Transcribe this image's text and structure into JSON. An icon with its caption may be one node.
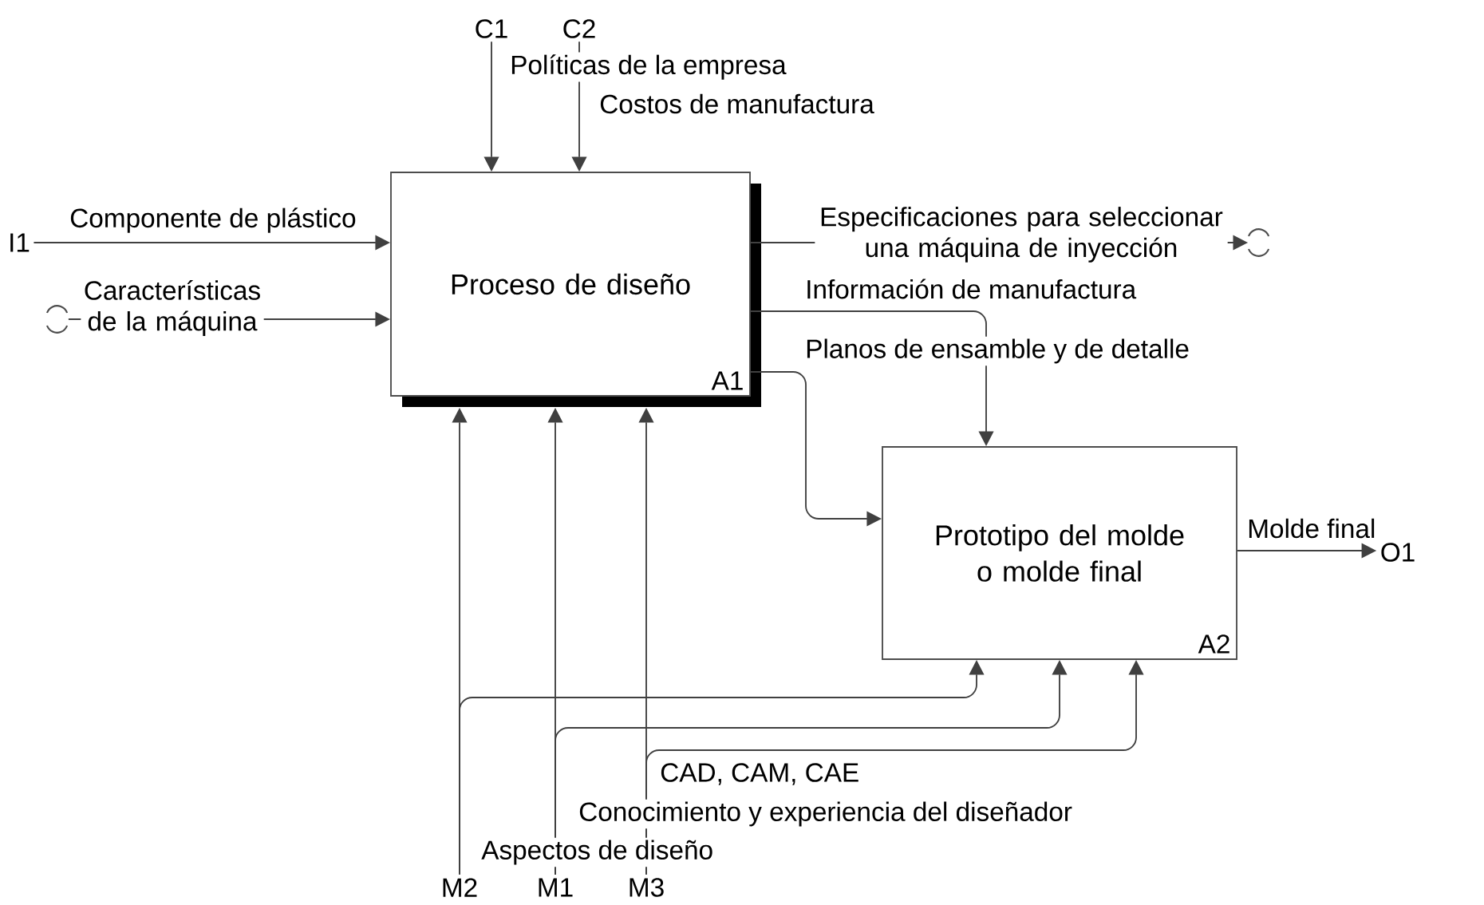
{
  "diagram": {
    "nodes": [
      {
        "text": [
          "Proceso de diseño",
          "A1"
        ]
      },
      {
        "text": [
          "Prototipo del molde o molde final",
          "A2"
        ]
      },
      {
        "text": [
          "I1"
        ]
      },
      {
        "text": [
          "C1"
        ]
      },
      {
        "text": [
          "C2"
        ]
      },
      {
        "text": [
          "M2"
        ]
      },
      {
        "text": [
          "M1"
        ]
      },
      {
        "text": [
          "M3"
        ]
      },
      {
        "text": [
          "O1"
        ]
      },
      {
        "text": [],
        "shape": "tunnel"
      },
      {
        "text": [],
        "shape": "tunnel"
      }
    ],
    "edges": [
      {
        "from": 2,
        "to": 0,
        "arrow": "to",
        "label": "Componente de plástico"
      },
      {
        "from": 9,
        "to": 0,
        "arrow": "to",
        "label": "Características de la máquina"
      },
      {
        "from": 3,
        "to": 0,
        "arrow": "to",
        "label": "Políticas de la empresa"
      },
      {
        "from": 4,
        "to": 0,
        "arrow": "to",
        "label": "Costos de manufactura"
      },
      {
        "from": 0,
        "to": 10,
        "arrow": "to",
        "label": "Especificaciones para seleccionar una máquina de inyección"
      },
      {
        "from": 0,
        "to": 1,
        "arrow": "to",
        "label": "Información de manufactura"
      },
      {
        "from": 0,
        "to": 1,
        "arrow": "to",
        "label": "Planos de ensamble y de detalle"
      },
      {
        "from": 1,
        "to": 8,
        "arrow": "to",
        "label": "Molde final"
      },
      {
        "from": 5,
        "to": 0,
        "arrow": "to",
        "label": "Aspectos de diseño"
      },
      {
        "from": 5,
        "to": 1,
        "arrow": "to"
      },
      {
        "from": 6,
        "to": 0,
        "arrow": "to",
        "label": "Conocimiento y experiencia del diseñador"
      },
      {
        "from": 6,
        "to": 1,
        "arrow": "to"
      },
      {
        "from": 7,
        "to": 0,
        "arrow": "to",
        "label": "CAD, CAM, CAE"
      },
      {
        "from": 7,
        "to": 1,
        "arrow": "to"
      }
    ]
  }
}
